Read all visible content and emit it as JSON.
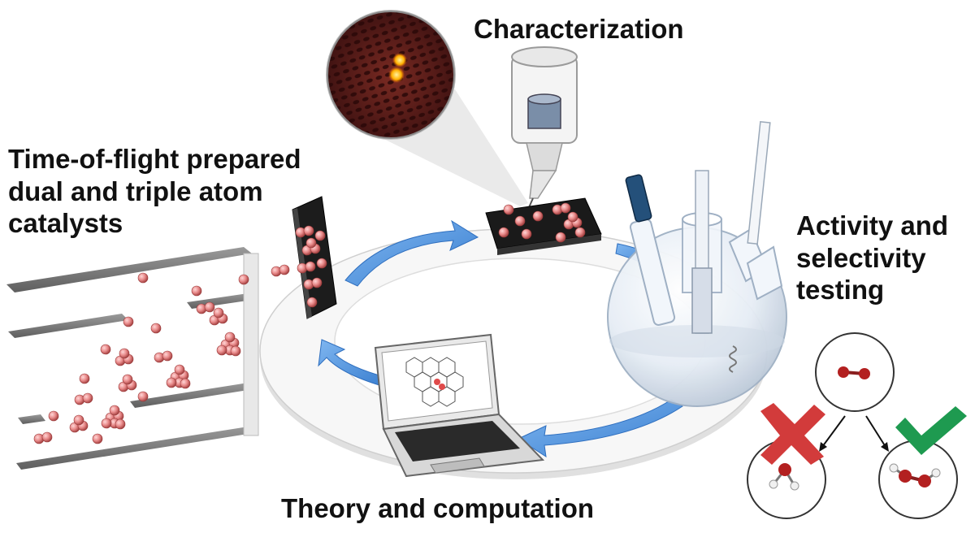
{
  "labels": {
    "characterization": "Characterization",
    "tof_line1": "Time-of-flight prepared",
    "tof_line2": "dual and triple atom",
    "tof_line3": "catalysts",
    "activity_line1": "Activity and",
    "activity_line2": "selectivity",
    "activity_line3": "testing",
    "theory": "Theory and computation"
  },
  "colors": {
    "arrow": "#4a90e2",
    "atom": "#e88a8a",
    "atom_dark": "#b94a4a",
    "cross": "#d23b3b",
    "check": "#1e9a50",
    "stm_bg": "#5a1f1f",
    "stm_spot": "#ffb000",
    "ring": "#f2f2f2",
    "plate": "#7a7a7a"
  },
  "icons": {
    "cycle_arrows": "circular-arrow-icon",
    "microscope": "microscope-tip-icon",
    "laptop": "laptop-icon",
    "flask": "round-bottom-flask-icon",
    "rejected_pathway": "cross-mark-icon",
    "selected_pathway": "check-mark-icon"
  }
}
